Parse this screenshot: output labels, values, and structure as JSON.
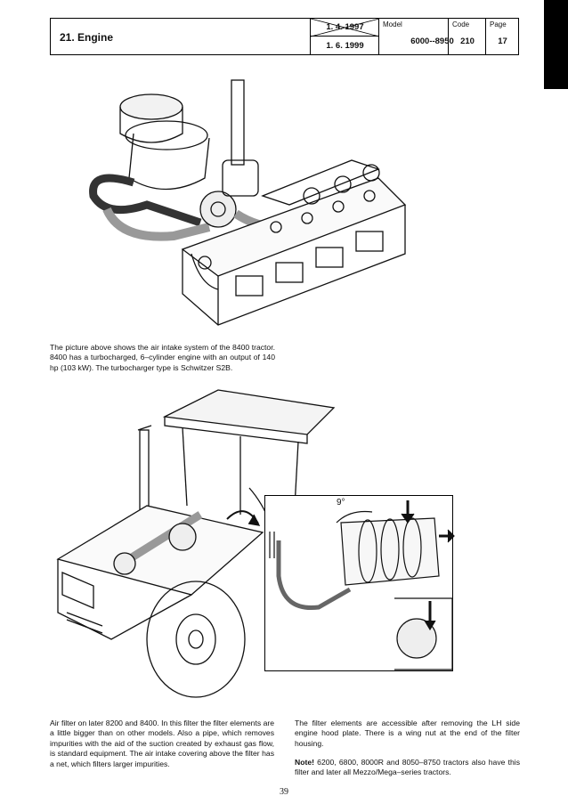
{
  "header": {
    "title": "21. Engine",
    "date_top": "1. 4. 1997",
    "date_bottom": "1. 6. 1999",
    "model_label": "Model",
    "model_value": "6000--8950",
    "code_label": "Code",
    "code_value": "210",
    "page_label": "Page",
    "page_value": "17"
  },
  "paragraphs": {
    "engine_caption": "The picture above shows the air intake system of the 8400 tractor. 8400 has a turbocharged, 6–cylinder engine with an output of 140 hp (103 kW). The turbocharger type is Schwitzer S2B.",
    "filter_left": "Air filter on later 8200 and 8400. In this filter the filter elements are a little bigger than on other models. Also a pipe, which removes impurities with the aid of the suction created by exhaust gas flow, is standard equipment. The air intake covering above the filter has a net, which filters larger impurities.",
    "filter_right": "The filter elements are accessible after removing the LH side engine hood plate. There is a wing nut at the end of the filter housing.",
    "note_label": "Note!",
    "note_text": " 6200, 6800, 8000R and 8050–8750 tractors also have this filter and later all Mezzo/Mega–series tractors."
  },
  "figures": {
    "inset_angle": "9°"
  },
  "footer": {
    "page_number": "39"
  }
}
